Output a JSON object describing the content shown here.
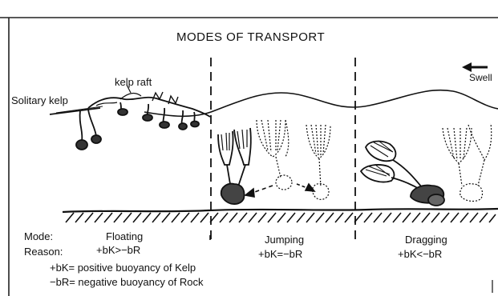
{
  "title": "MODES OF TRANSPORT",
  "swell": "Swell",
  "labels": {
    "solitary_kelp": "Solitary kelp",
    "kelp_raft": "kelp raft"
  },
  "legend": {
    "mode_label": "Mode:",
    "reason_label": "Reason:",
    "kelp_definition": "+bK= positive buoyancy of Kelp",
    "rock_definition": "−bR= negative buoyancy of Rock"
  },
  "modes": [
    {
      "title": "Floating",
      "equation": "+bK>−bR"
    },
    {
      "title": "Jumping",
      "equation": "+bK=−bR"
    },
    {
      "title": "Dragging",
      "equation": "+bK<−bR"
    }
  ]
}
